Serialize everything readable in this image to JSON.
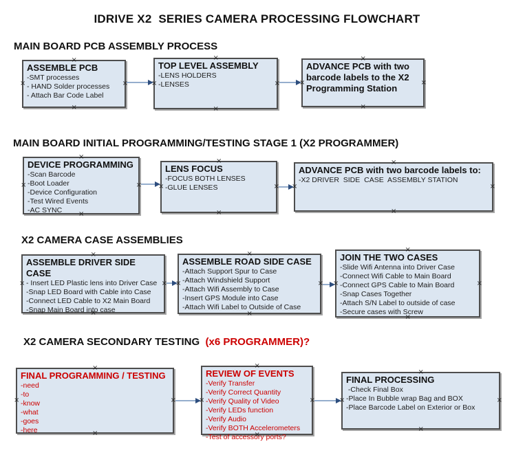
{
  "title": "IDRIVE X2  SERIES CAMERA PROCESSING FLOWCHART",
  "colors": {
    "box_fill": "#dce6f1",
    "box_border": "#4d4d4d",
    "accent_red": "#cc0000",
    "connector_line": "#95aecd",
    "connector_arrowhead": "#2e4e7e",
    "text": "#111111"
  },
  "icons": {
    "connection_handle": "×",
    "arrow_head": "▶"
  },
  "sections": [
    {
      "heading": "MAIN BOARD PCB ASSEMBLY PROCESS",
      "boxes": [
        {
          "title": "ASSEMBLE PCB",
          "items": [
            "-SMT processes",
            "- HAND Solder processes",
            "- Attach Bar Code Label"
          ]
        },
        {
          "title": "TOP LEVEL ASSEMBLY",
          "items": [
            "-LENS HOLDERS",
            "-LENSES"
          ]
        },
        {
          "title": "ADVANCE PCB with two barcode labels to the X2 Programming Station",
          "items": []
        }
      ]
    },
    {
      "heading": "MAIN BOARD INITIAL PROGRAMMING/TESTING STAGE 1 (X2 PROGRAMMER)",
      "boxes": [
        {
          "title": "DEVICE PROGRAMMING",
          "items": [
            "-Scan Barcode",
            "-Boot Loader",
            "-Device Configuration",
            "-Test Wired Events",
            "-AC SYNC"
          ]
        },
        {
          "title": "LENS FOCUS",
          "items": [
            "-FOCUS BOTH LENSES",
            "-GLUE LENSES"
          ]
        },
        {
          "title": "ADVANCE PCB with two barcode labels to:",
          "items": [
            "-X2 DRIVER  SIDE  CASE  ASSEMBLY STATION"
          ]
        }
      ]
    },
    {
      "heading": "X2 CAMERA CASE ASSEMBLIES",
      "boxes": [
        {
          "title": "ASSEMBLE DRIVER SIDE CASE",
          "items": [
            "- Insert LED Plastic lens into Driver Case",
            "-Snap LED Board with Cable into Case",
            "-Connect LED Cable to X2 Main Board",
            "-Snap Main Board into case"
          ]
        },
        {
          "title": "ASSEMBLE ROAD SIDE CASE",
          "items": [
            "-Attach Support Spur to Case",
            "-Attach Windshield Support",
            "-Attach Wifi Assembly to Case",
            "-Insert GPS Module into Case",
            "-Attach Wifi Label to Outside of Case"
          ]
        },
        {
          "title": "JOIN THE TWO CASES",
          "items": [
            "-Slide Wifi Antenna into Driver Case",
            "-Connect Wifi Cable to Main Board",
            "-Connect GPS Cable to Main Board",
            "-Snap Cases Together",
            "-Attach S/N Label to outside of case",
            "-Secure cases with Screw"
          ]
        }
      ]
    },
    {
      "heading": "X2 CAMERA SECONDARY TESTING  ",
      "heading_note": "(x6 PROGRAMMER)?",
      "boxes": [
        {
          "title": "FINAL PROGRAMMING / TESTING",
          "items": [
            "-need",
            "-to",
            "-know",
            "-what",
            "-goes",
            "-here"
          ]
        },
        {
          "title": "REVIEW OF EVENTS",
          "items": [
            "-Verify Transfer",
            "-Verify Correct Quantity",
            "-Verify Quality of Video",
            "-Verify LEDs function",
            "-Verify Audio",
            "-Verify BOTH Accelerometers",
            "-Test of accessory ports?"
          ]
        },
        {
          "title": "FINAL PROCESSING",
          "items": [
            " -Check Final Box",
            "-Place In Bubble wrap Bag and BOX",
            "-Place Barcode Label on Exterior or Box"
          ]
        }
      ]
    }
  ]
}
